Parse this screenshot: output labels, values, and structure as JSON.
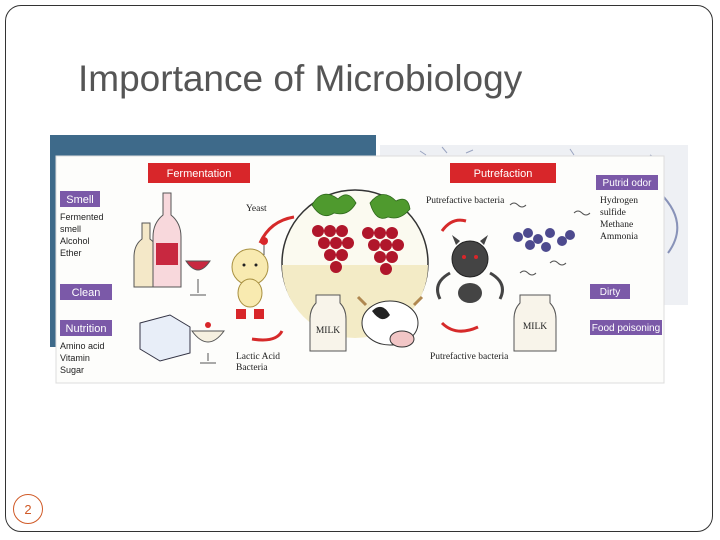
{
  "slide": {
    "title": "Importance of Microbiology",
    "number": "2"
  },
  "figure": {
    "fermentation_header": "Fermentation",
    "putrefaction_header": "Putrefaction",
    "left_panels": {
      "smell": {
        "heading": "Smell",
        "items": [
          "Fermented",
          "smell",
          "Alcohol",
          "Ether"
        ]
      },
      "clean": {
        "heading": "Clean"
      },
      "nutrition": {
        "heading": "Nutrition",
        "items": [
          "Amino acid",
          "Vitamin",
          "Sugar"
        ]
      }
    },
    "right_panels": {
      "putrid": {
        "heading": "Putrid odor",
        "items": [
          "Hydrogen",
          "sulfide",
          "Methane",
          "Ammonia"
        ]
      },
      "dirty": {
        "heading": "Dirty"
      },
      "food_poisoning": {
        "heading": "Food poisoning"
      }
    },
    "labels": {
      "yeast": "Yeast",
      "lactic_1": "Lactic Acid",
      "lactic_2": "Bacteria",
      "putrefactive_top": "Putrefactive bacteria",
      "putrefactive_bottom": "Putrefactive bacteria",
      "milk_left": "MILK",
      "milk_right": "MILK"
    },
    "colors": {
      "header_red": "#d8262a",
      "panel_purple": "#7b59a8",
      "arrow_red": "#d62a2a",
      "grape_red": "#b0162b"
    }
  }
}
